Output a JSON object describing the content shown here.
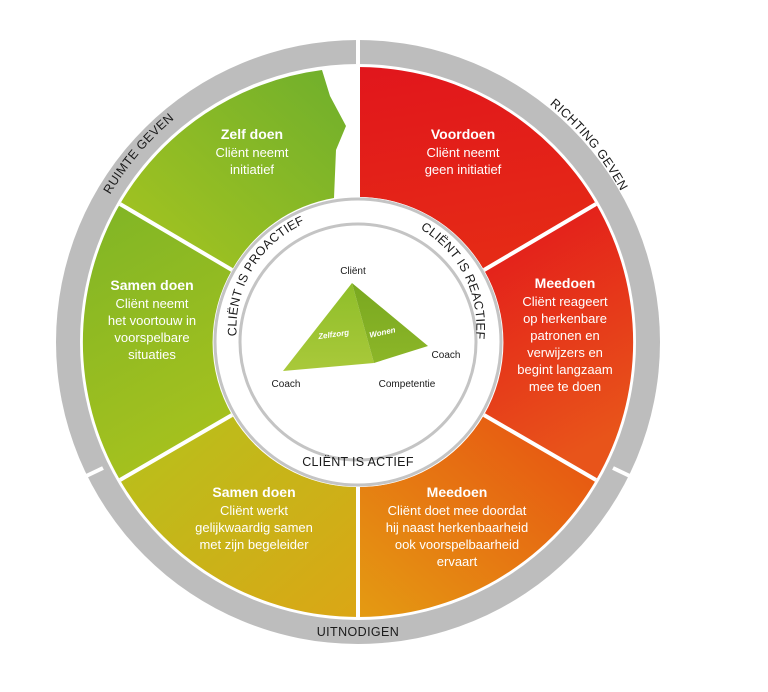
{
  "outer_ring": {
    "left": "RUIMTE GEVEN",
    "right": "RICHTING GEVEN",
    "bottom": "UITNODIGEN"
  },
  "inner_ring": {
    "left": "CLIËNT IS PROACTIEF",
    "right": "CLIËNT IS REACTIEF",
    "bottom": "CLIËNT IS ACTIEF"
  },
  "segments": {
    "zelf_doen": {
      "title": "Zelf doen",
      "lines": [
        "Cliënt neemt",
        "initiatief"
      ]
    },
    "voordoen": {
      "title": "Voordoen",
      "lines": [
        "Cliënt neemt",
        "geen initiatief"
      ]
    },
    "meedoen_right": {
      "title": "Meedoen",
      "lines": [
        "Cliënt reageert",
        "op herkenbare",
        "patronen en",
        "verwijzers en",
        "begint langzaam",
        "mee te doen"
      ]
    },
    "samen_doen_left": {
      "title": "Samen doen",
      "lines": [
        "Cliënt neemt",
        "het voortouw in",
        "voorspelbare",
        "situaties"
      ]
    },
    "samen_doen_bottom": {
      "title": "Samen doen",
      "lines": [
        "Cliënt werkt",
        "gelijkwaardig samen",
        "met zijn begeleider"
      ]
    },
    "meedoen_bottom": {
      "title": "Meedoen",
      "lines": [
        "Cliënt doet mee doordat",
        "hij naast herkenbaarheid",
        "ook voorspelbaarheid",
        "ervaart"
      ]
    }
  },
  "pyramid": {
    "top": "Cliënt",
    "right": "Coach",
    "bottom_left": "Coach",
    "bottom_right": "Competentie",
    "face_left": "Zelfzorg",
    "face_right": "Wonen"
  },
  "colors": {
    "green": "#8dbb1e",
    "yellow_green": "#c2c21a",
    "red": "#e3141b",
    "orange": "#ea6b10",
    "ring_gray": "#b9b9b9"
  }
}
